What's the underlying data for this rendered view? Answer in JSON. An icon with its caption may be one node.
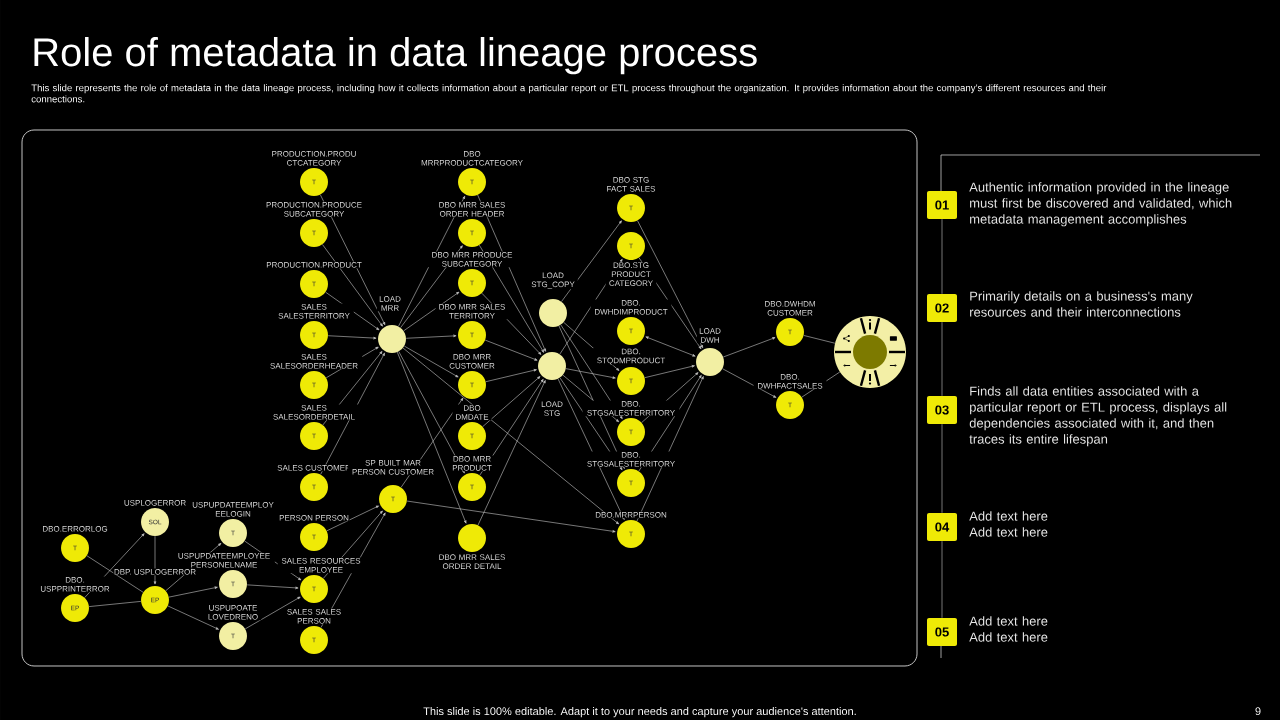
{
  "diagram": {
    "title": "Role of metadata in data lineage process",
    "nodes": [
      {
        "text": [
          "T"
        ],
        "beside": [
          "DBO.ERRORLOG"
        ]
      },
      {
        "text": [
          "EP"
        ],
        "beside": [
          "DBO. USPPRINTERROR"
        ]
      },
      {
        "text": [
          "SOL"
        ],
        "beside": [
          "USPLOGERROR"
        ]
      },
      {
        "text": [
          "EP"
        ],
        "beside": [
          "DBP. USPLOGERROR"
        ]
      },
      {
        "text": [
          "T"
        ],
        "beside": [
          "USPUPDATEEMPLOY EELOGIN"
        ]
      },
      {
        "text": [
          "T"
        ],
        "beside": [
          "USPUPDATEEMPLOYEE PERSONELNAME"
        ]
      },
      {
        "text": [
          "T"
        ],
        "beside": [
          "USPUPOATE LOVEDRENO"
        ]
      },
      {
        "text": [
          "T"
        ],
        "beside": [
          "PRODUCTION.PRODU CTCATEGORY"
        ]
      },
      {
        "text": [
          "T"
        ],
        "beside": [
          "PRODUCTION.PRODUCE SUBCATEGORY"
        ]
      },
      {
        "text": [
          "T"
        ],
        "beside": [
          "PRODUCTION.PRODUCT"
        ]
      },
      {
        "text": [
          "T"
        ],
        "beside": [
          "SALES SALESTERRITORY"
        ]
      },
      {
        "text": [
          "T"
        ],
        "beside": [
          "SALES SALESORDERHEADER"
        ]
      },
      {
        "text": [
          "T"
        ],
        "beside": [
          "SALES SALESORDERDETAIL"
        ]
      },
      {
        "text": [
          "T"
        ],
        "beside": [
          "SALES CUSTOMER"
        ]
      },
      {
        "text": [
          "T"
        ],
        "beside": [
          "PERSON PERSON"
        ]
      },
      {
        "text": [
          "T"
        ],
        "beside": [
          "SALES RESOURCES EMPLOYEE"
        ]
      },
      {
        "text": [
          "T"
        ],
        "beside": [
          "SALES SALES PERSON"
        ]
      },
      {
        "text": [],
        "shape": "circle",
        "beside": [
          "LOAD MRR"
        ]
      },
      {
        "text": [
          "T"
        ],
        "beside": [
          "SP BUILT MAR PERSON CUSTOMER"
        ]
      },
      {
        "text": [
          "T"
        ],
        "beside": [
          "DBO MRRPRODUCTCATEGORY"
        ]
      },
      {
        "text": [
          "T"
        ],
        "beside": [
          "DBO MRR SALES ORDER HEADER"
        ]
      },
      {
        "text": [
          "T"
        ],
        "beside": [
          "DBO MRR PRODUCE SUBCATEGORY"
        ]
      },
      {
        "text": [
          "T"
        ],
        "beside": [
          "DBO MRR SALES TERRITORY"
        ]
      },
      {
        "text": [
          "T"
        ],
        "beside": [
          "DBO MRR CUSTOMER"
        ]
      },
      {
        "text": [
          "T"
        ],
        "beside": [
          "DBO DMDATE"
        ]
      },
      {
        "text": [
          "T"
        ],
        "beside": [
          "DBO MRR PRODUCT"
        ]
      },
      {
        "text": [],
        "shape": "circle",
        "beside": [
          "DBO MRR SALES ORDER DETAIL"
        ]
      },
      {
        "text": [],
        "shape": "circle",
        "beside": [
          "LOAD STG_COPY"
        ]
      },
      {
        "text": [],
        "shape": "circle",
        "beside": [
          "LOAD STG"
        ]
      },
      {
        "text": [
          "T"
        ],
        "beside": [
          "DBO STG FACT SALES"
        ]
      },
      {
        "text": [
          "T"
        ],
        "beside": [
          "DBO.STG PRODUCT CATEGORY"
        ]
      },
      {
        "text": [
          "T"
        ],
        "beside": [
          "DBO. DWHDIMPRODUCT"
        ]
      },
      {
        "text": [
          "T"
        ],
        "beside": [
          "DBO. STQDMPRODUCT"
        ]
      },
      {
        "text": [
          "T"
        ],
        "beside": [
          "DBO. STGSALESTERRITORY"
        ]
      },
      {
        "text": [
          "T"
        ],
        "beside": [
          "DBO. STGSALESTERRITORY"
        ]
      },
      {
        "text": [
          "T"
        ],
        "beside": [
          "DBO.MRRPERSON"
        ]
      },
      {
        "text": [],
        "shape": "circle",
        "beside": [
          "LOAD DWH"
        ]
      },
      {
        "text": [
          "T"
        ],
        "beside": [
          "DBO.DWHDM CUSTOMER"
        ]
      },
      {
        "text": [
          "T"
        ],
        "beside": [
          "DBO. DWHFACTSALES"
        ]
      },
      {
        "text": [],
        "shape": "picture"
      },
      {
        "text": [
          "01"
        ],
        "beside": [
          "Authentic information provided in the lineage must first be discovered and validated, which metadata management accomplishes"
        ]
      },
      {
        "text": [
          "02"
        ],
        "beside": [
          "Primarily details on a business's many resources and their interconnections"
        ]
      },
      {
        "text": [
          "03"
        ],
        "beside": [
          "Finds all data entities associated with a particular report or ETL process, displays all dependencies associated with it, and then traces its entire lifespan"
        ]
      },
      {
        "text": [
          "04"
        ],
        "beside": [
          "Add text here Add text here"
        ]
      },
      {
        "text": [
          "05"
        ],
        "beside": [
          "Add text here Add text here"
        ]
      }
    ],
    "edges": [
      {
        "from": 1,
        "to": 2,
        "arrow": "to"
      },
      {
        "from": 2,
        "to": 3,
        "arrow": "to"
      },
      {
        "from": 0,
        "to": 3,
        "arrow": "none"
      },
      {
        "from": 1,
        "to": 3,
        "arrow": "none"
      },
      {
        "from": 3,
        "to": 4,
        "arrow": "to"
      },
      {
        "from": 3,
        "to": 5,
        "arrow": "to"
      },
      {
        "from": 3,
        "to": 6,
        "arrow": "to"
      },
      {
        "from": 4,
        "to": 15,
        "arrow": "to"
      },
      {
        "from": 5,
        "to": 15,
        "arrow": "to"
      },
      {
        "from": 6,
        "to": 15,
        "arrow": "to"
      },
      {
        "from": 14,
        "to": 18,
        "arrow": "to"
      },
      {
        "from": 15,
        "to": 18,
        "arrow": "to"
      },
      {
        "from": 16,
        "to": 18,
        "arrow": "to"
      },
      {
        "from": 7,
        "to": 17,
        "arrow": "to"
      },
      {
        "from": 8,
        "to": 17,
        "arrow": "to"
      },
      {
        "from": 9,
        "to": 17,
        "arrow": "to"
      },
      {
        "from": 10,
        "to": 17,
        "arrow": "to"
      },
      {
        "from": 11,
        "to": 17,
        "arrow": "to"
      },
      {
        "from": 12,
        "to": 17,
        "arrow": "to"
      },
      {
        "from": 13,
        "to": 17,
        "arrow": "to"
      },
      {
        "from": 17,
        "to": 19,
        "arrow": "to"
      },
      {
        "from": 17,
        "to": 20,
        "arrow": "to"
      },
      {
        "from": 17,
        "to": 21,
        "arrow": "to"
      },
      {
        "from": 17,
        "to": 22,
        "arrow": "to"
      },
      {
        "from": 17,
        "to": 23,
        "arrow": "to"
      },
      {
        "from": 17,
        "to": 25,
        "arrow": "to"
      },
      {
        "from": 17,
        "to": 26,
        "arrow": "to"
      },
      {
        "from": 17,
        "to": 35,
        "arrow": "to"
      },
      {
        "from": 18,
        "to": 23,
        "arrow": "to"
      },
      {
        "from": 18,
        "to": 35,
        "arrow": "to"
      },
      {
        "from": 19,
        "to": 28,
        "arrow": "to"
      },
      {
        "from": 20,
        "to": 28,
        "arrow": "to"
      },
      {
        "from": 21,
        "to": 28,
        "arrow": "to"
      },
      {
        "from": 22,
        "to": 28,
        "arrow": "to"
      },
      {
        "from": 23,
        "to": 28,
        "arrow": "to"
      },
      {
        "from": 24,
        "to": 28,
        "arrow": "to"
      },
      {
        "from": 25,
        "to": 28,
        "arrow": "to"
      },
      {
        "from": 26,
        "to": 28,
        "arrow": "to"
      },
      {
        "from": 27,
        "to": 29,
        "arrow": "to"
      },
      {
        "from": 28,
        "to": 30,
        "arrow": "to"
      },
      {
        "from": 27,
        "to": 32,
        "arrow": "to"
      },
      {
        "from": 27,
        "to": 33,
        "arrow": "to"
      },
      {
        "from": 27,
        "to": 34,
        "arrow": "to"
      },
      {
        "from": 28,
        "to": 32,
        "arrow": "to"
      },
      {
        "from": 28,
        "to": 33,
        "arrow": "to"
      },
      {
        "from": 28,
        "to": 34,
        "arrow": "to"
      },
      {
        "from": 28,
        "to": 35,
        "arrow": "to"
      },
      {
        "from": 29,
        "to": 36,
        "arrow": "to"
      },
      {
        "from": 30,
        "to": 36,
        "arrow": "to"
      },
      {
        "from": 31,
        "to": 36,
        "arrow": "both"
      },
      {
        "from": 32,
        "to": 36,
        "arrow": "to"
      },
      {
        "from": 33,
        "to": 36,
        "arrow": "to"
      },
      {
        "from": 34,
        "to": 36,
        "arrow": "to"
      },
      {
        "from": 35,
        "to": 36,
        "arrow": "to"
      },
      {
        "from": 36,
        "to": 37,
        "arrow": "to"
      },
      {
        "from": 36,
        "to": 38,
        "arrow": "to"
      },
      {
        "from": 37,
        "to": 39,
        "arrow": "none"
      },
      {
        "from": 38,
        "to": 39,
        "arrow": "none"
      },
      {
        "from": 40,
        "to": 41,
        "arrow": "none"
      },
      {
        "from": 41,
        "to": 42,
        "arrow": "none"
      },
      {
        "from": 42,
        "to": 43,
        "arrow": "none"
      },
      {
        "from": 43,
        "to": 44,
        "arrow": "none"
      }
    ],
    "labels": [
      "This slide represents the role of metadata in the data lineage process, including how it collects information about a particular report or ETL process throughout the organization. It provides information about the company’s different resources and their connections.",
      "This slide is 100% editable. Adapt it to your needs and capture your audience's attention.",
      "9"
    ]
  }
}
